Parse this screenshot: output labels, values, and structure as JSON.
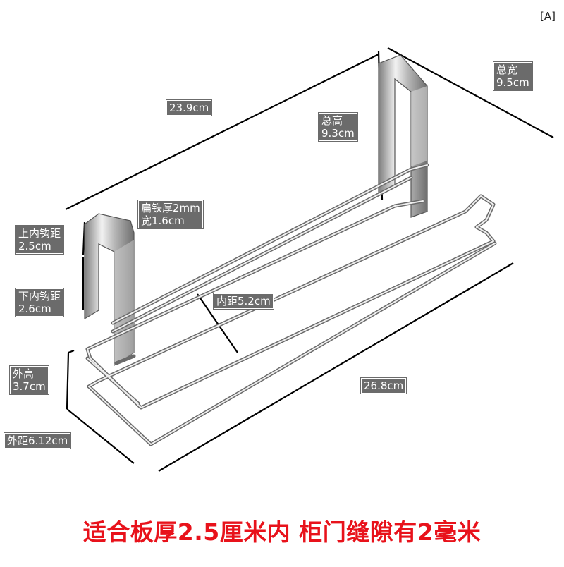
{
  "badge": "[A]",
  "labels": {
    "length_top": "23.9cm",
    "total_height_title": "总高",
    "total_height_value": "9.3cm",
    "total_width_title": "总宽",
    "total_width_value": "9.5cm",
    "flat_iron_line1": "扁铁厚2mm",
    "flat_iron_line2": "宽1.6cm",
    "upper_hook_title": "上内钩距",
    "upper_hook_value": "2.5cm",
    "lower_hook_title": "下内钩距",
    "lower_hook_value": "2.6cm",
    "inner_distance": "内距5.2cm",
    "outer_height_title": "外高",
    "outer_height_value": "3.7cm",
    "length_bottom": "26.8cm",
    "outer_distance": "外距6.12cm"
  },
  "caption": "适合板厚2.5厘米内 柜门缝隙有2毫米",
  "colors": {
    "label_bg": "#6b6b6b",
    "caption": "#e8121b",
    "dim_line": "#000000",
    "metal": "#9a9a9a"
  }
}
